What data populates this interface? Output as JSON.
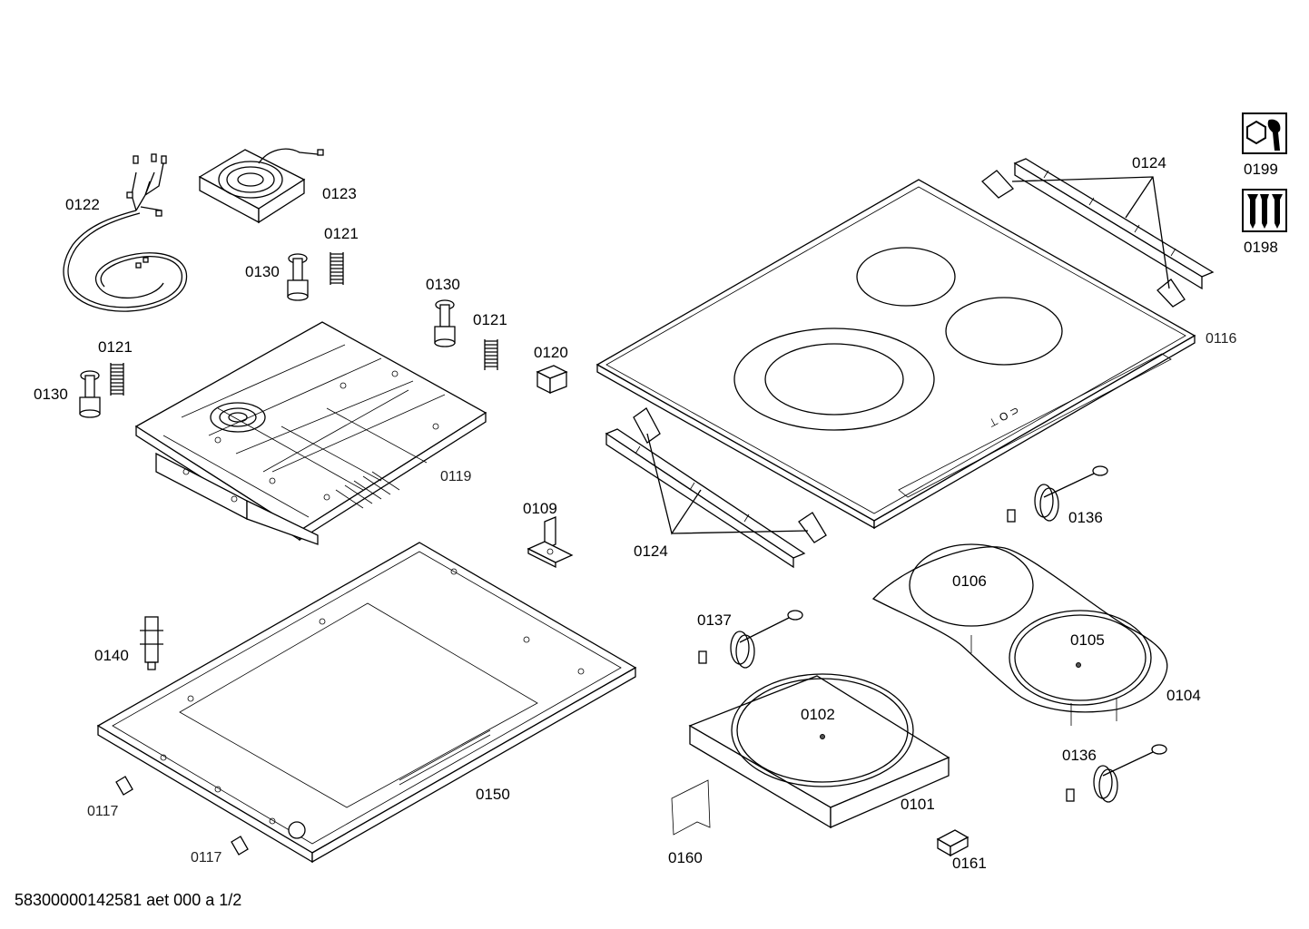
{
  "labels": {
    "p0122": "0122",
    "p0123": "0123",
    "p0121_a": "0121",
    "p0130_a": "0130",
    "p0130_b": "0130",
    "p0121_b": "0121",
    "p0121_c": "0121",
    "p0130_c": "0130",
    "p0120": "0120",
    "p0119": "0119",
    "p0109": "0109",
    "p0124_top": "0124",
    "p0124_bottom": "0124",
    "p0116": "0116",
    "p0136_a": "0136",
    "p0106": "0106",
    "p0105": "0105",
    "p0104": "0104",
    "p0137": "0137",
    "p0102": "0102",
    "p0101": "0101",
    "p0136_b": "0136",
    "p0160": "0160",
    "p0161": "0161",
    "p0140": "0140",
    "p0150": "0150",
    "p0117_a": "0117",
    "p0117_b": "0117",
    "p0199": "0199",
    "p0198": "0198"
  },
  "footer": "58300000142581 aet 000 a 1/2"
}
